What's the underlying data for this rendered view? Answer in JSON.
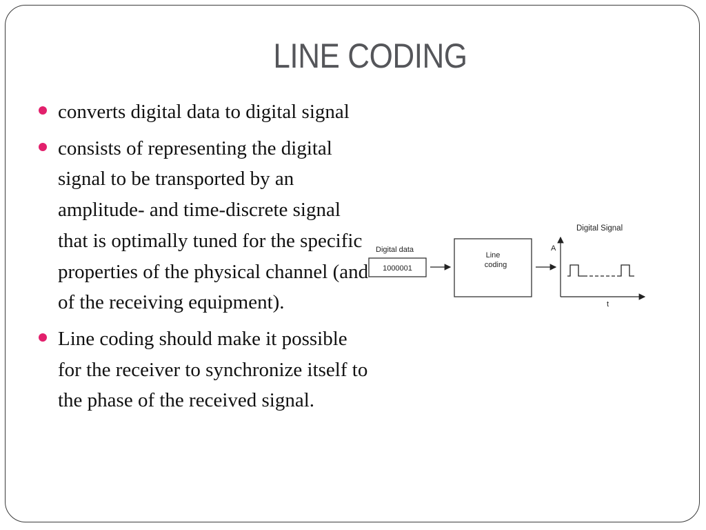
{
  "slide": {
    "title": "LINE CODING",
    "bullets": [
      "converts digital data to digital signal",
      "consists of representing the digital signal to be transported by an amplitude- and time-discrete signal that is optimally tuned for the specific properties of the physical channel (and of the receiving equipment).",
      "Line coding should make it possible for the receiver to synchronize itself to the phase of the received signal."
    ],
    "bullet_color": "#e2206c"
  },
  "diagram": {
    "input_label": "Digital data",
    "input_value": "1000001",
    "block_label_line1": "Line",
    "block_label_line2": "coding",
    "output_label": "Digital Signal",
    "y_axis_label": "A",
    "x_axis_label": "t"
  }
}
